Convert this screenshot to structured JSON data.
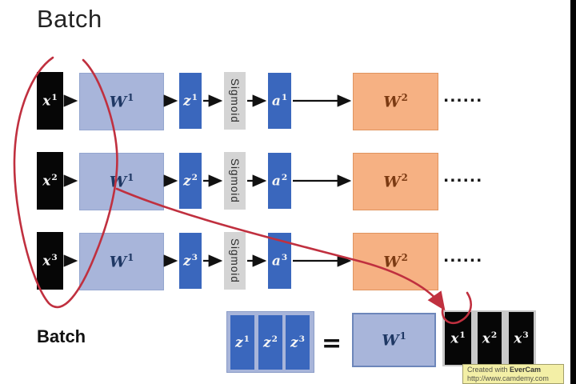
{
  "title": "Batch",
  "rows": [
    {
      "x": {
        "base": "x",
        "sup": "1"
      },
      "w1": {
        "base": "W",
        "sup": "1"
      },
      "z": {
        "base": "z",
        "sup": "1"
      },
      "sigmoid": "Sigmoid",
      "a": {
        "base": "a",
        "sup": "1"
      },
      "w2": {
        "base": "W",
        "sup": "2"
      },
      "dots": "......"
    },
    {
      "x": {
        "base": "x",
        "sup": "2"
      },
      "w1": {
        "base": "W",
        "sup": "1"
      },
      "z": {
        "base": "z",
        "sup": "2"
      },
      "sigmoid": "Sigmoid",
      "a": {
        "base": "a",
        "sup": "2"
      },
      "w2": {
        "base": "W",
        "sup": "2"
      },
      "dots": "......"
    },
    {
      "x": {
        "base": "x",
        "sup": "3"
      },
      "w1": {
        "base": "W",
        "sup": "1"
      },
      "z": {
        "base": "z",
        "sup": "3"
      },
      "sigmoid": "Sigmoid",
      "a": {
        "base": "a",
        "sup": "3"
      },
      "w2": {
        "base": "W",
        "sup": "2"
      },
      "dots": "......"
    }
  ],
  "bottom": {
    "batch_label": "Batch",
    "z_items": [
      {
        "base": "z",
        "sup": "1"
      },
      {
        "base": "z",
        "sup": "2"
      },
      {
        "base": "z",
        "sup": "3"
      }
    ],
    "equals": "=",
    "w1": {
      "base": "W",
      "sup": "1"
    },
    "x_items": [
      {
        "base": "x",
        "sup": "1"
      },
      {
        "base": "x",
        "sup": "2"
      },
      {
        "base": "x",
        "sup": "3"
      }
    ]
  },
  "watermark": {
    "prefix": "Created with ",
    "brand": "EverCam",
    "url": "http://www.camdemy.com"
  },
  "colors": {
    "annotation_red": "#c0303f",
    "box_blue_light": "#a8b5da",
    "box_blue": "#3a67bd",
    "box_orange": "#f6b183",
    "box_black": "#060606",
    "sigmoid_gray": "#d4d4d4",
    "navy_text": "#1f3864",
    "brown_text": "#7b3a12"
  }
}
